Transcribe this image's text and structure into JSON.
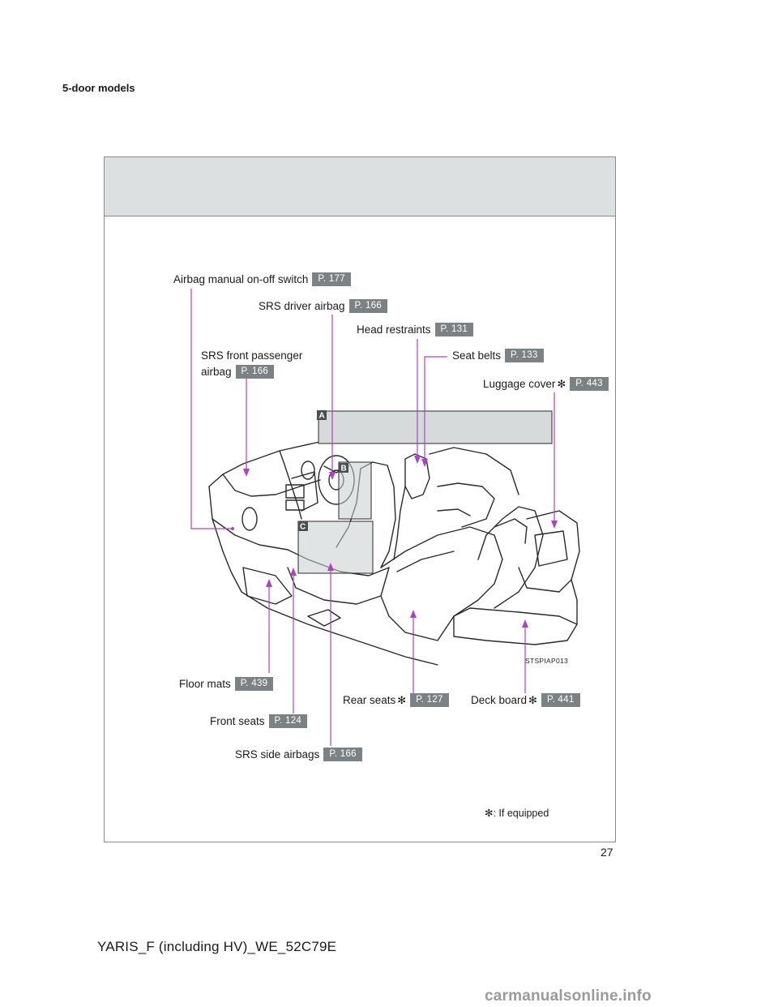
{
  "section_title": "5-door models",
  "callouts": [
    {
      "id": "airbag-manual-switch",
      "label": "Airbag manual on-off switch",
      "page": "P. 177",
      "asterisk": false
    },
    {
      "id": "srs-driver-airbag",
      "label": "SRS driver airbag",
      "page": "P. 166",
      "asterisk": false
    },
    {
      "id": "head-restraints",
      "label": "Head restraints",
      "page": "P. 131",
      "asterisk": false
    },
    {
      "id": "srs-front-passenger-airbag",
      "label_line1": "SRS front passenger",
      "label_line2": "airbag",
      "page": "P. 166",
      "asterisk": false
    },
    {
      "id": "seat-belts",
      "label": "Seat belts",
      "page": "P. 133",
      "asterisk": false
    },
    {
      "id": "luggage-cover",
      "label": "Luggage cover",
      "page": "P. 443",
      "asterisk": true
    },
    {
      "id": "floor-mats",
      "label": "Floor mats",
      "page": "P. 439",
      "asterisk": false
    },
    {
      "id": "rear-seats",
      "label": "Rear seats",
      "page": "P. 127",
      "asterisk": true
    },
    {
      "id": "deck-board",
      "label": "Deck board",
      "page": "P. 441",
      "asterisk": true
    },
    {
      "id": "front-seats",
      "label": "Front seats",
      "page": "P. 124",
      "asterisk": false
    },
    {
      "id": "srs-side-airbags",
      "label": "SRS side airbags",
      "page": "P. 166",
      "asterisk": false
    }
  ],
  "asterisk_symbol": "✻",
  "area_markers": [
    "A",
    "B",
    "C"
  ],
  "illustration_code": "STSPIAP013",
  "footnote": "✻: If equipped",
  "page_number": "27",
  "document_id": "YARIS_F (including HV)_WE_52C79E",
  "watermark": "carmanualsonline.info",
  "colors": {
    "leader_line": "#b040c8",
    "page_badge": "#7c8184",
    "header_band": "#dce0e1",
    "marker_fill": "#4a4f52"
  }
}
